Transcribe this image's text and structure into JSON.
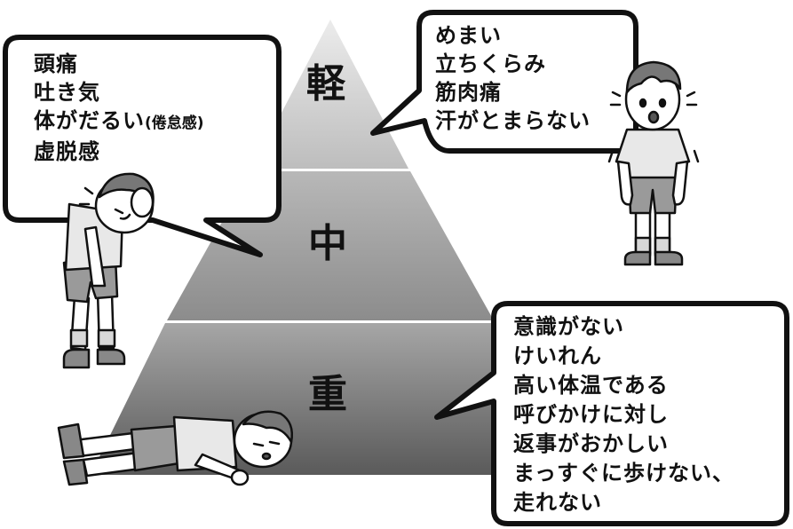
{
  "levels": {
    "light": "軽",
    "moderate": "中",
    "severe": "重"
  },
  "bubbles": {
    "moderate": {
      "line1": "頭痛",
      "line2": "吐き気",
      "line3_main": "体がだるい",
      "line3_note": "(倦怠感)",
      "line4": "虚脱感"
    },
    "light": {
      "line1": "めまい",
      "line2": "立ちくらみ",
      "line3": "筋肉痛",
      "line4": "汗がとまらない"
    },
    "severe": {
      "line1": "意識がない",
      "line2": "けいれん",
      "line3": "高い体温である",
      "line4": "呼びかけに対し",
      "line5": "返事がおかしい",
      "line6": "まっすぐに歩けない、",
      "line7": "走れない"
    }
  },
  "colors": {
    "tier_top": "#d4d4d4",
    "tier_mid": "#9e9e9e",
    "tier_bottom": "#8a8a8a",
    "outline": "#111111"
  }
}
